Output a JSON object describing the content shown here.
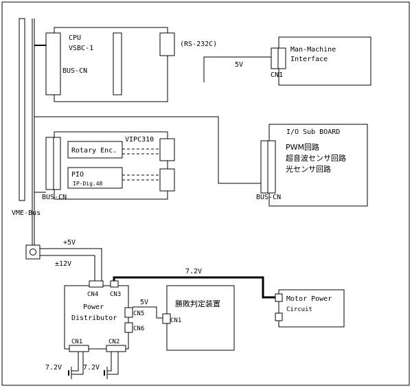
{
  "bus": {
    "label": "VME-Bus"
  },
  "cpu": {
    "line1": "CPU",
    "line2": "VSBC-1",
    "bus_connector": "BUS-CN",
    "serial_port": "(RS-232C)"
  },
  "mmi": {
    "line1": "Man-Machine",
    "line2": "Interface",
    "connector": "CN1",
    "voltage": "5V"
  },
  "io_board": {
    "vipc": "VIPC310",
    "rotary": "Rotary Enc.",
    "pio_line1": "PIO",
    "pio_line2": "IP-Dig.48",
    "bus_connector": "BUS-CN"
  },
  "io_sub": {
    "title": "I/O Sub BOARD",
    "line1": "PWM回路",
    "line2": "超音波センサ回路",
    "line3": "光センサ回路",
    "bus_connector": "BUS-CN"
  },
  "power_lines": {
    "plus5": "+5V",
    "pm12": "±12V",
    "v72": "7.2V",
    "v5": "5V"
  },
  "power_distributor": {
    "line1": "Power",
    "line2": "Distributor",
    "cn1": "CN1",
    "cn2": "CN2",
    "cn3": "CN3",
    "cn4": "CN4",
    "cn5": "CN5",
    "cn6": "CN6"
  },
  "judge": {
    "label": "勝敗判定装置",
    "connector": "CN1"
  },
  "motor": {
    "line1": "Motor Power",
    "line2": "Circuit"
  },
  "batteries": {
    "left": "7.2V",
    "right": "7.2V"
  }
}
